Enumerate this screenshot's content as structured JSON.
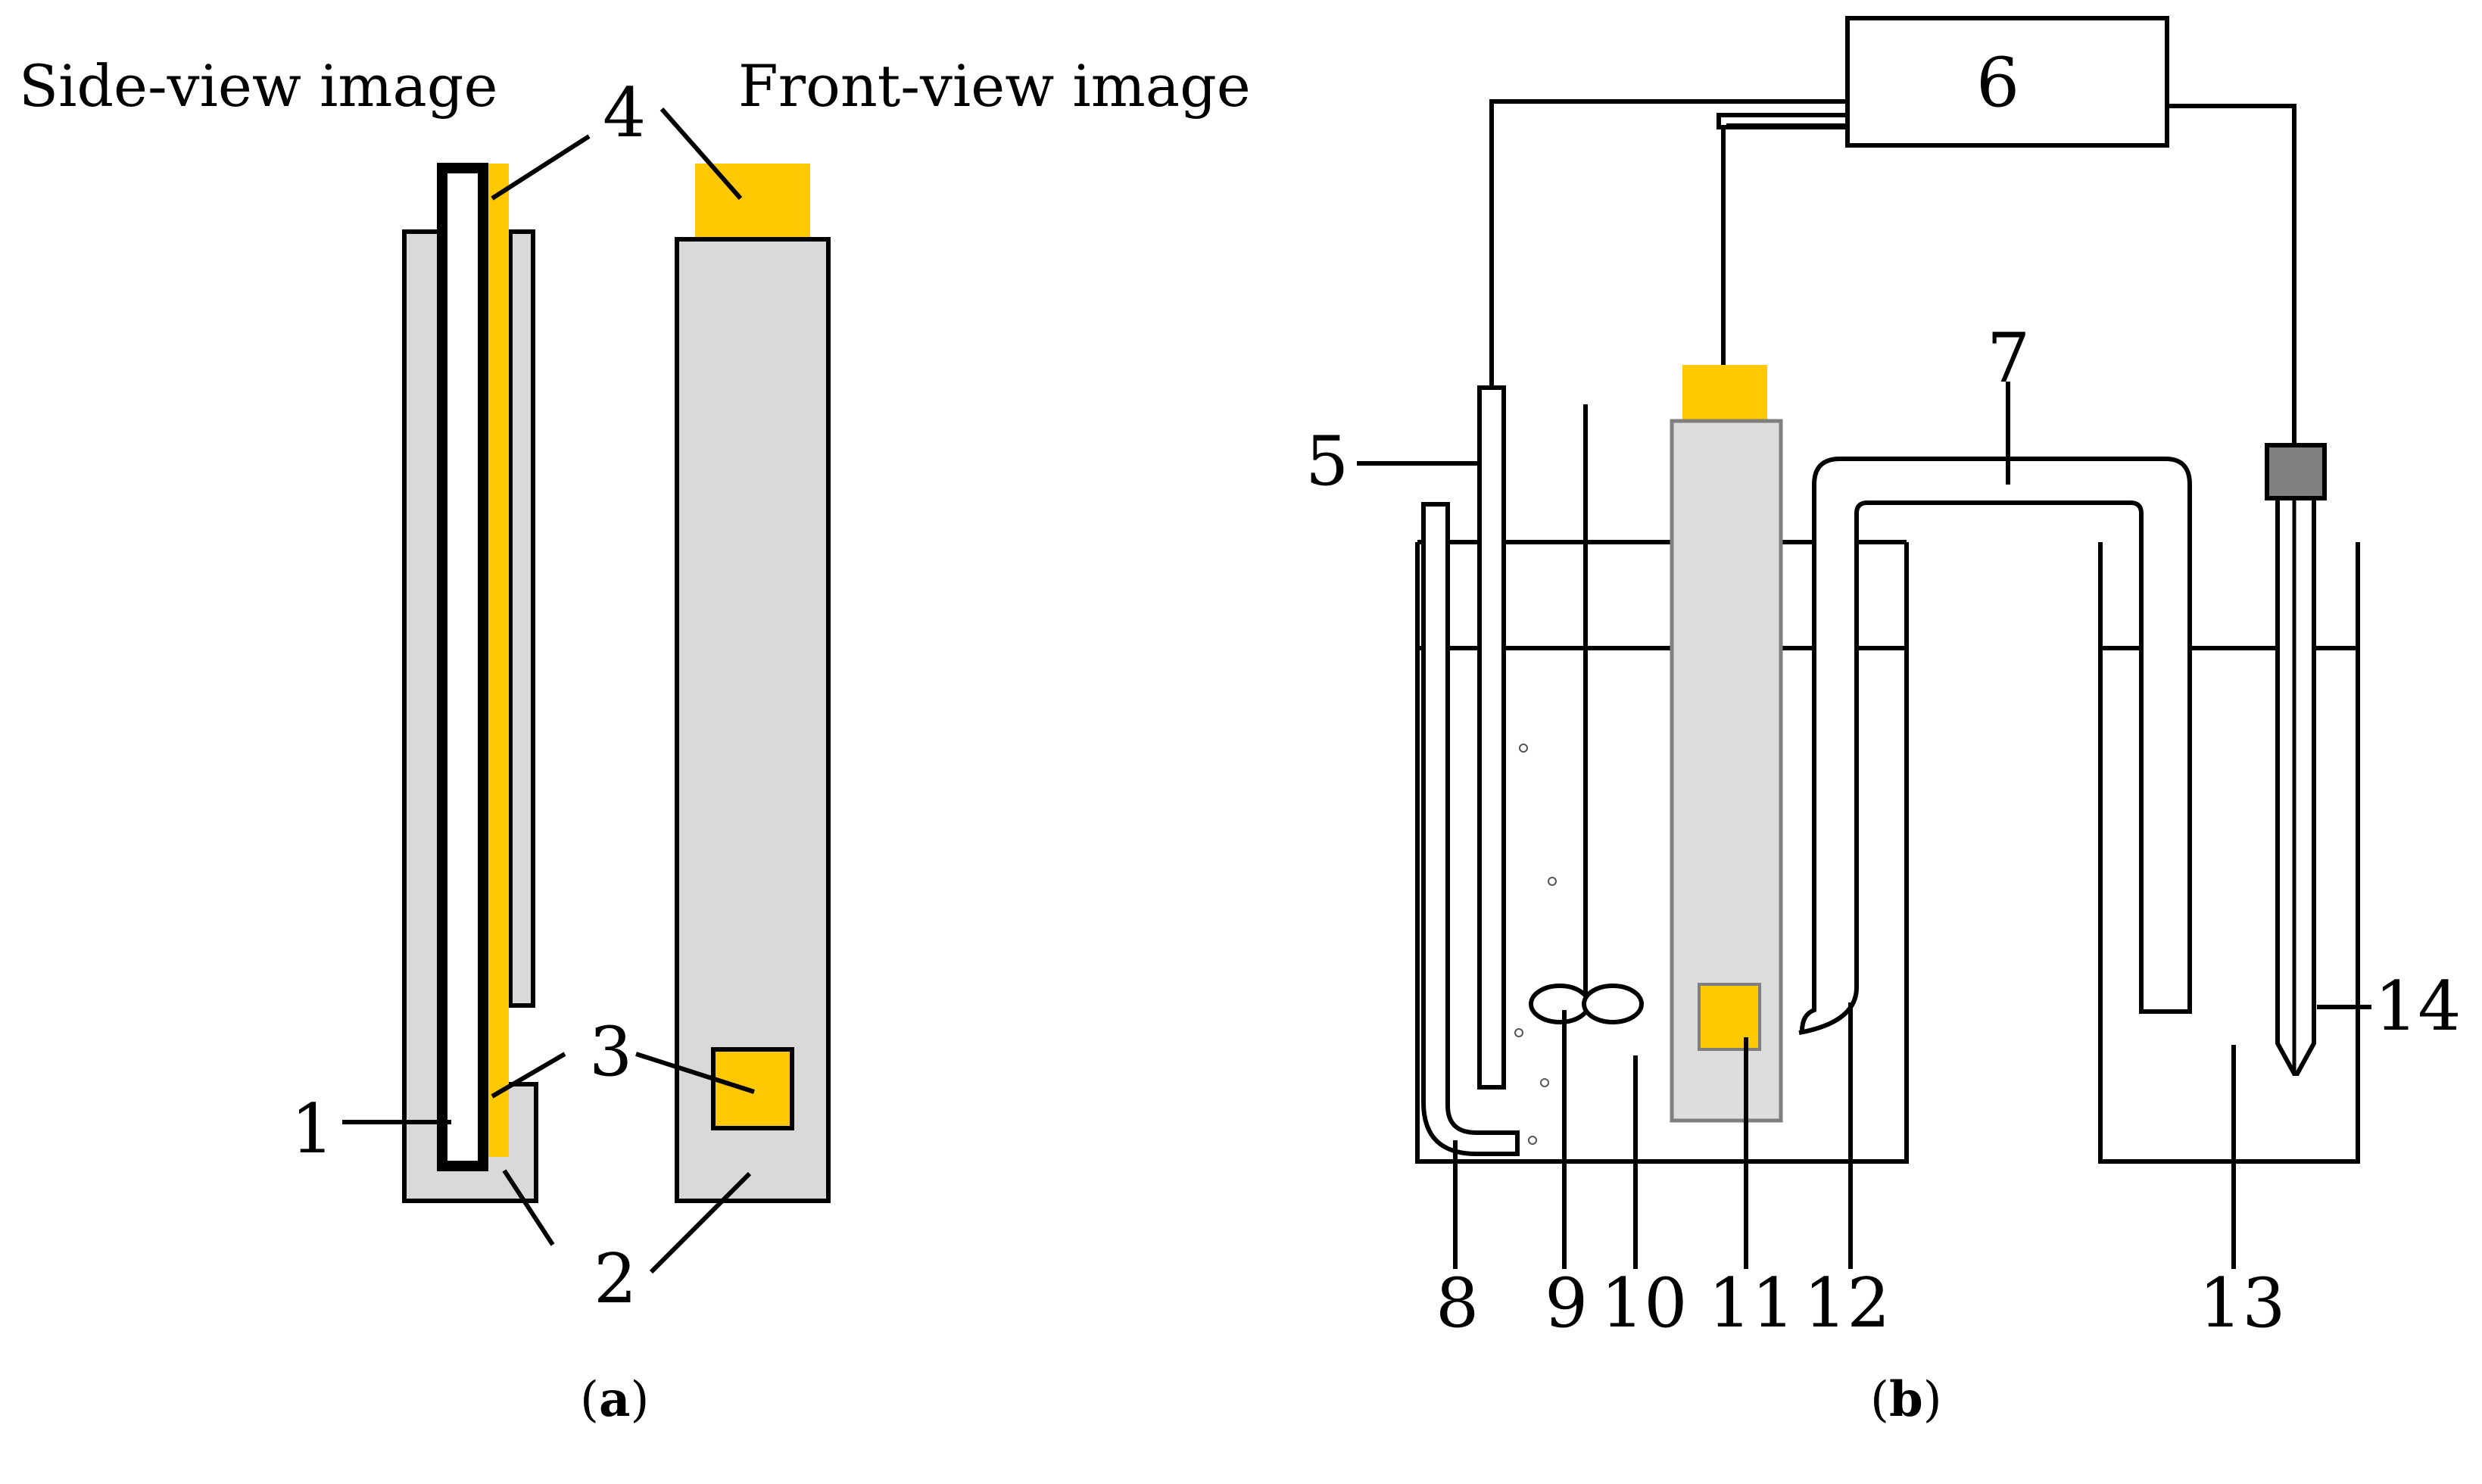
{
  "panel_a": {
    "side_view_title": "Side-view image",
    "front_view_title": "Front-view image",
    "label": "(a)",
    "label_open": "(",
    "label_letter": "a",
    "label_close": ")",
    "numbers": {
      "n1": "1",
      "n2": "2",
      "n3": "3",
      "n4": "4"
    }
  },
  "panel_b": {
    "label": "(b)",
    "label_open": "(",
    "label_letter": "b",
    "label_close": ")",
    "numbers": {
      "n5": "5",
      "n6": "6",
      "n7": "7",
      "n8": "8",
      "n9": "9",
      "n10": "10",
      "n11": "11",
      "n12": "12",
      "n13": "13",
      "n14": "14"
    }
  },
  "colors": {
    "sample_yellow": "#FFC800",
    "coating_gray": "#D9D9D9",
    "electrode_cap_gray": "#7F7F7F",
    "line": "#000000"
  }
}
